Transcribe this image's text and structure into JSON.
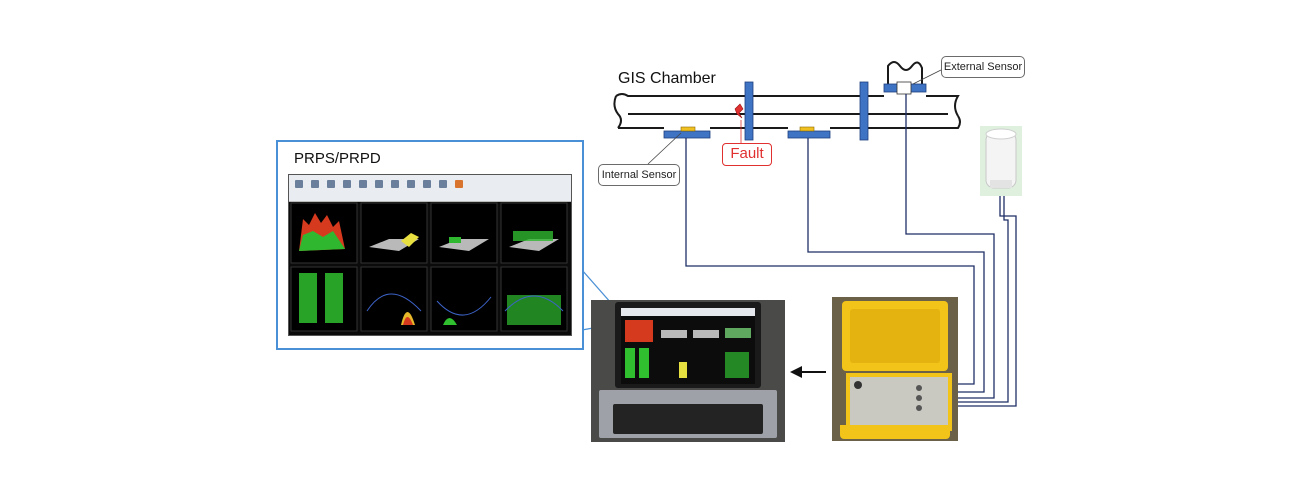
{
  "labels": {
    "gis_chamber": "GIS Chamber",
    "external_sensor": "External Sensor",
    "internal_sensor": "Internal Sensor",
    "fault": "Fault",
    "prps_prpd": "PRPS/PRPD"
  },
  "colors": {
    "chamber_outline": "#1a1a1a",
    "flange": "#3f74c4",
    "sensor": "#f0c020",
    "fault": "#e03030",
    "cable": "#1f2f66",
    "panel_border": "#4a90d6",
    "case_yellow": "#f2c318",
    "arrow": "#111111"
  },
  "icons": {
    "fault_marker": "fault-spark-icon",
    "arrow": "arrow-left-icon"
  }
}
